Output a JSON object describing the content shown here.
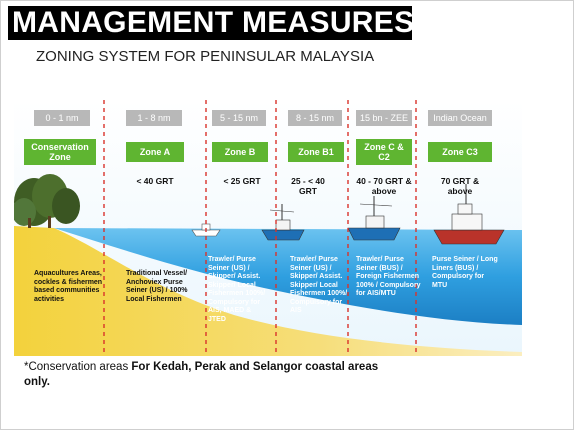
{
  "title": "MANAGEMENT MEASURES",
  "subtitle": "ZONING SYSTEM FOR PENINSULAR MALAYSIA",
  "columns": [
    {
      "range": "0 - 1 nm",
      "zone": "Conservation Zone",
      "grt": "",
      "desc": "Aquacultures Areas, cockles & fishermen based communities activities"
    },
    {
      "range": "1 - 8 nm",
      "zone": "Zone A",
      "grt": "< 40 GRT",
      "desc": "Traditional Vessel/ Anchoviex Purse Seiner (US) / 100% Local Fishermen"
    },
    {
      "range": "5 - 15 nm",
      "zone": "Zone B",
      "grt": "< 25 GRT",
      "desc": "Trawler/ Purse Seiner (US) / Skipper/ Assist. Skipper/ Local Fishermen 100%/ Compulsory for AIS, MAED & JTED"
    },
    {
      "range": "8 - 15 nm",
      "zone": "Zone B1",
      "grt": "25 - < 40 GRT",
      "desc": "Trawler/ Purse Seiner (US) / Skipper/ Assist. Skipper/ Local Fishermen 100%/ Compulsory for AIS"
    },
    {
      "range": "15 bn - ZEE",
      "zone": "Zone C & C2",
      "grt": "40 - 70 GRT & above",
      "desc": "Trawler/ Purse Seiner (BUS) / Foreign Fishermen 100% / Compulsory for AIS/MTU"
    },
    {
      "range": "Indian Ocean",
      "zone": "Zone C3",
      "grt": "70 GRT & above",
      "desc": "Purse Seiner / Long Liners (BUS) / Compulsory for MTU"
    }
  ],
  "footnote": {
    "prefix": "*Conservation areas ",
    "emphasis": "For Kedah, Perak and Selangor coastal areas only."
  },
  "colors": {
    "zone_green": "#5fb531",
    "range_gray": "#b8b8b8",
    "divider_red": "#d9332b",
    "sea_blue": "#2f9fe0",
    "sand_yellow": "#f3d23c"
  }
}
